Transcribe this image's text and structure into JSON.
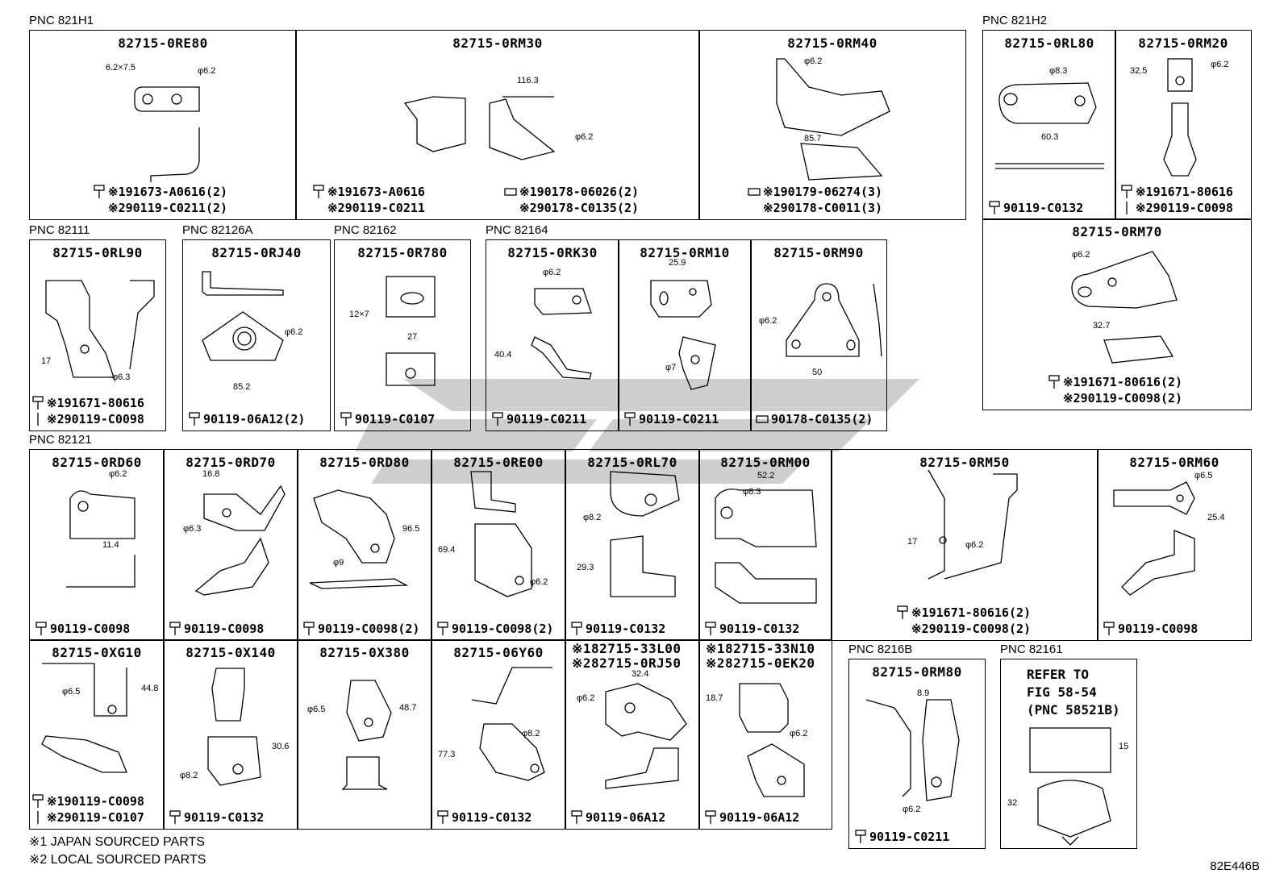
{
  "groups": {
    "g821h1": "PNC 821H1",
    "g821h2": "PNC 821H2",
    "g82111": "PNC 82111",
    "g82126a": "PNC 82126A",
    "g82162": "PNC 82162",
    "g82164": "PNC 82164",
    "g82121": "PNC 82121",
    "g8216b": "PNC 8216B",
    "g82161": "PNC 82161"
  },
  "cells": {
    "c1": {
      "part": "82715-0RE80",
      "f1": "※191673-A0616(2)",
      "f2": "※290119-C0211(2)",
      "d1": "6.2×7.5",
      "d2": "φ6.2"
    },
    "c2": {
      "part": "82715-0RM30",
      "f1": "※191673-A0616",
      "f2": "※290119-C0211",
      "f3": "※190178-06026(2)",
      "f4": "※290178-C0135(2)",
      "d1": "116.3",
      "d2": "φ6.2"
    },
    "c3": {
      "part": "82715-0RM40",
      "f1": "※190179-06274(3)",
      "f2": "※290178-C0011(3)",
      "d1": "φ6.2",
      "d2": "85.7"
    },
    "c4": {
      "part": "82715-0RL80",
      "f1": "90119-C0132",
      "d1": "φ8.3",
      "d2": "60.3"
    },
    "c5": {
      "part": "82715-0RM20",
      "f1": "※191671-80616",
      "f2": "※290119-C0098",
      "d1": "32.5",
      "d2": "φ6.2"
    },
    "c6": {
      "part": "82715-0RM70",
      "f1": "※191671-80616(2)",
      "f2": "※290119-C0098(2)",
      "d1": "φ6.2",
      "d2": "32.7"
    },
    "c7": {
      "part": "82715-0RL90",
      "f1": "※191671-80616",
      "f2": "※290119-C0098",
      "d1": "17",
      "d2": "φ6.3"
    },
    "c8": {
      "part": "82715-0RJ40",
      "f1": "90119-06A12(2)",
      "d1": "φ6.2",
      "d2": "85.2"
    },
    "c9": {
      "part": "82715-0R780",
      "f1": "90119-C0107",
      "d1": "12×7",
      "d2": "27"
    },
    "c10": {
      "part": "82715-0RK30",
      "f1": "90119-C0211",
      "d1": "φ6.2",
      "d2": "40.4"
    },
    "c11": {
      "part": "82715-0RM10",
      "f1": "90119-C0211",
      "d1": "25.9",
      "d2": "φ7"
    },
    "c12": {
      "part": "82715-0RM90",
      "f1": "90178-C0135(2)",
      "d1": "φ6.2",
      "d2": "50"
    },
    "c13": {
      "part": "82715-0RD60",
      "f1": "90119-C0098",
      "d1": "φ6.2",
      "d2": "11.4"
    },
    "c14": {
      "part": "82715-0RD70",
      "f1": "90119-C0098",
      "d1": "16.8",
      "d2": "φ6.3"
    },
    "c15": {
      "part": "82715-0RD80",
      "f1": "90119-C0098(2)",
      "d1": "96.5",
      "d2": "φ9"
    },
    "c16": {
      "part": "82715-0RE00",
      "f1": "90119-C0098(2)",
      "d1": "69.4",
      "d2": "φ6.2"
    },
    "c17": {
      "part": "82715-0RL70",
      "f1": "90119-C0132",
      "d1": "φ8.2",
      "d2": "29.3"
    },
    "c18": {
      "part": "82715-0RM00",
      "f1": "90119-C0132",
      "d1": "52.2",
      "d2": "φ8.3"
    },
    "c19": {
      "part": "82715-0RM50",
      "f1": "※191671-80616(2)",
      "f2": "※290119-C0098(2)",
      "d1": "17",
      "d2": "φ6.2"
    },
    "c20": {
      "part": "82715-0RM60",
      "f1": "90119-C0098",
      "d1": "φ6.5",
      "d2": "25.4"
    },
    "c21": {
      "part": "82715-0XG10",
      "f1": "※190119-C0098",
      "f2": "※290119-C0107",
      "d1": "44.8",
      "d2": "φ6.5"
    },
    "c22": {
      "part": "82715-0X140",
      "f1": "90119-C0132",
      "d1": "30.6",
      "d2": "φ8.2"
    },
    "c23": {
      "part": "82715-0X380",
      "f1": "",
      "d1": "φ6.5",
      "d2": "48.7"
    },
    "c24": {
      "part": "82715-06Y60",
      "f1": "90119-C0132",
      "d1": "77.3",
      "d2": "φ8.2"
    },
    "c25": {
      "part": "※182715-33L00",
      "part2": "※282715-0RJ50",
      "f1": "90119-06A12",
      "d1": "32.4",
      "d2": "φ6.2"
    },
    "c26": {
      "part": "※182715-33N10",
      "part2": "※282715-0EK20",
      "f1": "90119-06A12",
      "d1": "18.7",
      "d2": "φ6.2"
    },
    "c27": {
      "part": "82715-0RM80",
      "f1": "90119-C0211",
      "d1": "8.9",
      "d2": "φ6.2"
    },
    "c28": {
      "refer": "REFER TO\nFIG 58-54\n(PNC 58521B)",
      "d1": "15",
      "d2": "32"
    }
  },
  "legend": {
    "l1": "※1 JAPAN SOURCED PARTS",
    "l2": "※2 LOCAL SOURCED PARTS"
  },
  "figure_code": "82E446B"
}
